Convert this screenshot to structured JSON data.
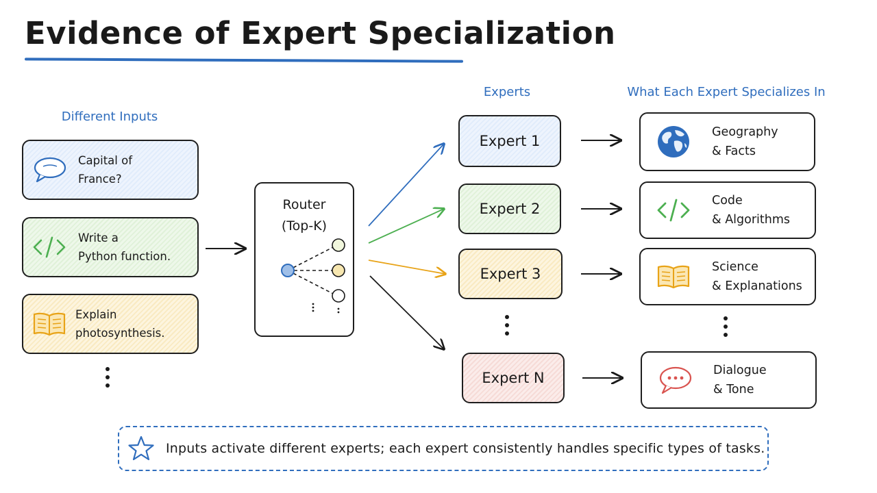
{
  "title": "Evidence of Expert Specialization",
  "headers": {
    "inputs": "Different Inputs",
    "experts": "Experts",
    "specializations": "What Each Expert Specializes In"
  },
  "inputs": [
    {
      "text": "Capital of\nFrance?",
      "icon": "speech-bubble-icon",
      "color": "#2f6dbd"
    },
    {
      "text": "Write a\nPython function.",
      "icon": "code-icon",
      "color": "#4caf50"
    },
    {
      "text": "Explain photosynthesis.",
      "icon": "book-icon",
      "color": "#e8a317"
    }
  ],
  "router": {
    "label": "Router\n(Top-K)"
  },
  "experts": [
    {
      "label": "Expert 1",
      "color": "#2f6dbd"
    },
    {
      "label": "Expert 2",
      "color": "#4caf50"
    },
    {
      "label": "Expert 3",
      "color": "#e8a317"
    },
    {
      "label": "Expert N",
      "color": "#d9534f"
    }
  ],
  "specializations": [
    {
      "text": "Geography\n& Facts",
      "icon": "globe-icon"
    },
    {
      "text": "Code\n& Algorithms",
      "icon": "code-icon"
    },
    {
      "text": "Science\n& Explanations",
      "icon": "book-icon"
    },
    {
      "text": "Dialogue\n& Tone",
      "icon": "chat-bubble-icon"
    }
  ],
  "footer": {
    "text": "Inputs activate different experts; each expert consistently handles specific types of tasks.",
    "icon": "star-icon"
  }
}
